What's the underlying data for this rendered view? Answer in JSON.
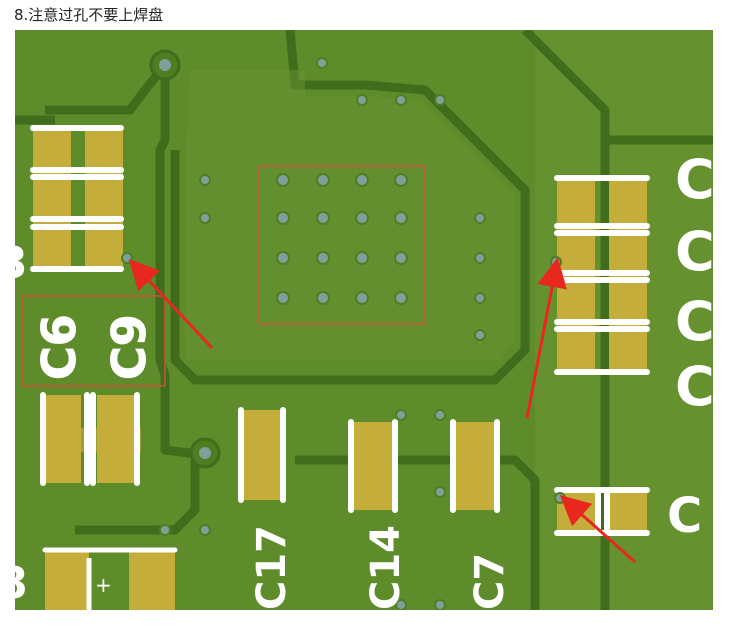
{
  "caption": {
    "text": "8.注意过孔不要上焊盘"
  },
  "colors": {
    "board_background": "#5f8c2b",
    "board_light": "#6d9a36",
    "copper_trace": "#4f7d22",
    "dark_trace": "#3f6d1c",
    "pad_gold": "#c4ad3a",
    "silkscreen": "#ffffff",
    "via_fill": "#7fa09a",
    "arrow": "#e8281e",
    "highlight_box": "#c9553a"
  },
  "silkscreen_labels": {
    "c6": "C6",
    "c9": "C9",
    "c17": "C17",
    "c14": "C14",
    "c7": "C7",
    "c_right_top": "C",
    "c_right_2": "C",
    "c_right_3": "C",
    "c_right_4": "C",
    "c_right_bottom": "C",
    "left_partial_top": "3",
    "left_partial_bottom": "8",
    "polarity_mark": "+"
  },
  "annotations": {
    "arrow_count": 3,
    "highlight_box_count": 2
  }
}
